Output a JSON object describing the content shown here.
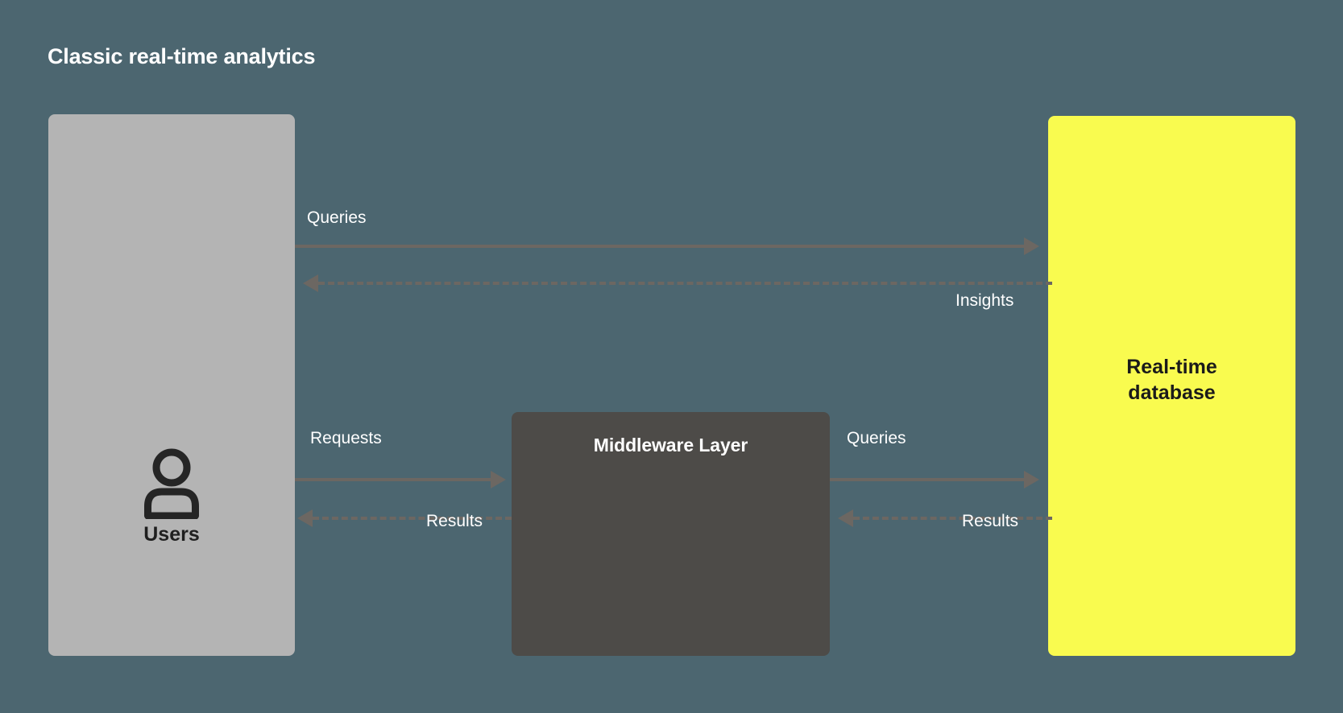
{
  "diagram": {
    "title": "Classic real-time analytics",
    "background_color": "#4c6670",
    "type": "flow-diagram",
    "nodes": [
      {
        "id": "users",
        "label": "Users",
        "icon": "user-icon",
        "fill": "#b4b4b4",
        "text_color": "#1f1f1f"
      },
      {
        "id": "middleware",
        "label": "Middleware Layer",
        "fill": "#4d4b48",
        "text_color": "#ffffff"
      },
      {
        "id": "database",
        "label_line1": "Real-time",
        "label_line2": "database",
        "fill": "#f9fb4f",
        "text_color": "#1a1a1a"
      }
    ],
    "edges": [
      {
        "id": "queries-top",
        "label": "Queries",
        "from": "users",
        "to": "database",
        "style": "solid",
        "direction": "right"
      },
      {
        "id": "insights",
        "label": "Insights",
        "from": "database",
        "to": "users",
        "style": "dashed",
        "direction": "left"
      },
      {
        "id": "requests",
        "label": "Requests",
        "from": "users",
        "to": "middleware",
        "style": "solid",
        "direction": "right"
      },
      {
        "id": "results-left",
        "label": "Results",
        "from": "middleware",
        "to": "users",
        "style": "dashed",
        "direction": "left"
      },
      {
        "id": "queries-mid",
        "label": "Queries",
        "from": "middleware",
        "to": "database",
        "style": "solid",
        "direction": "right"
      },
      {
        "id": "results-right",
        "label": "Results",
        "from": "database",
        "to": "middleware",
        "style": "dashed",
        "direction": "left"
      }
    ],
    "edge_color": "#6c6762",
    "label_color": "#ffffff"
  }
}
